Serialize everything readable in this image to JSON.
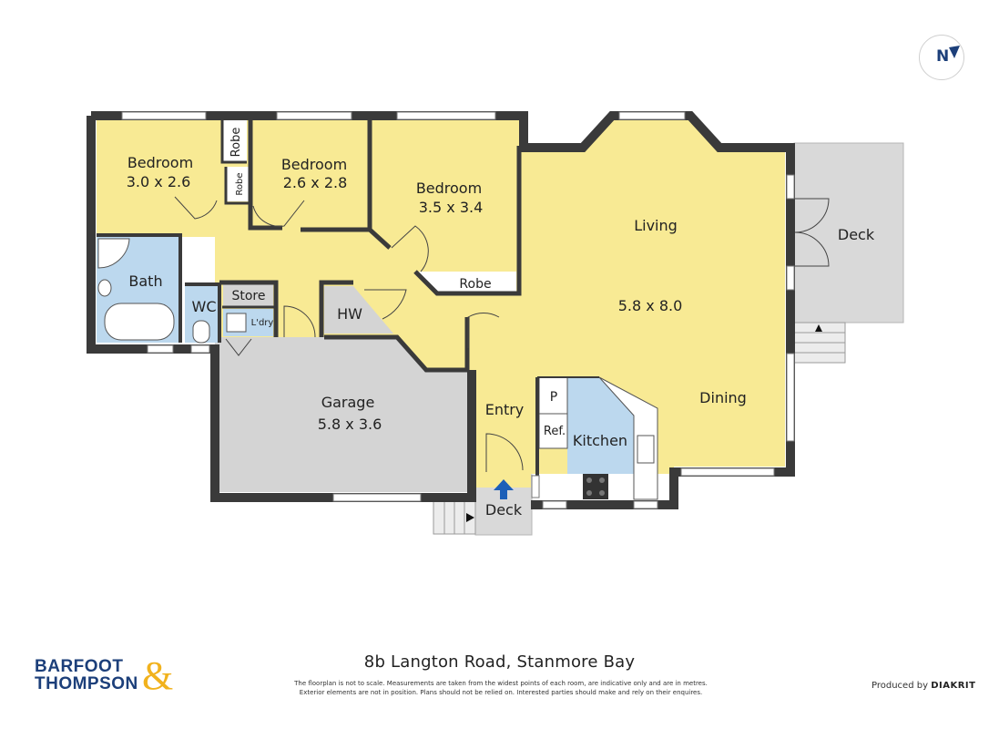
{
  "compass": {
    "label": "N"
  },
  "rooms": {
    "bedroom1": {
      "name": "Bedroom",
      "size": "3.0 x 2.6"
    },
    "bedroom2": {
      "name": "Bedroom",
      "size": "2.6 x 2.8"
    },
    "bedroom3": {
      "name": "Bedroom",
      "size": "3.5 x 3.4"
    },
    "robe1": "Robe",
    "robe2": "Robe",
    "robe3": "Robe",
    "bath": "Bath",
    "wc": "WC",
    "store": "Store",
    "laundry": "L'dry",
    "hw": "HW",
    "living": {
      "name": "Living",
      "size": "5.8 x 8.0"
    },
    "dining": "Dining",
    "deck_east": "Deck",
    "garage": {
      "name": "Garage",
      "size": "5.8 x 3.6"
    },
    "entry": "Entry",
    "pantry": "P",
    "ref": "Ref.",
    "kitchen": "Kitchen",
    "deck_south": "Deck"
  },
  "footer": {
    "address": "8b Langton Road, Stanmore Bay",
    "disclaimer_line1": "The floorplan is not to scale. Measurements are taken from the widest points of each room, are indicative only and are in metres.",
    "disclaimer_line2": "Exterior elements are not in position. Plans should not be relied on. Interested parties should make and rely on their enquires.",
    "logo_line1": "BARFOOT",
    "logo_line2": "THOMPSON",
    "logo_amp": "&",
    "produced_by": "Produced by",
    "producer_name": "DIAKRIT"
  },
  "colors": {
    "room_yellow": "#f8ea94",
    "wet_blue": "#bcd8ee",
    "garage_grey": "#d4d4d4",
    "deck_grey": "#d9d9d9",
    "wall": "#3a3a3a",
    "brand_blue": "#1c3f7a",
    "brand_gold": "#f1b21d"
  }
}
